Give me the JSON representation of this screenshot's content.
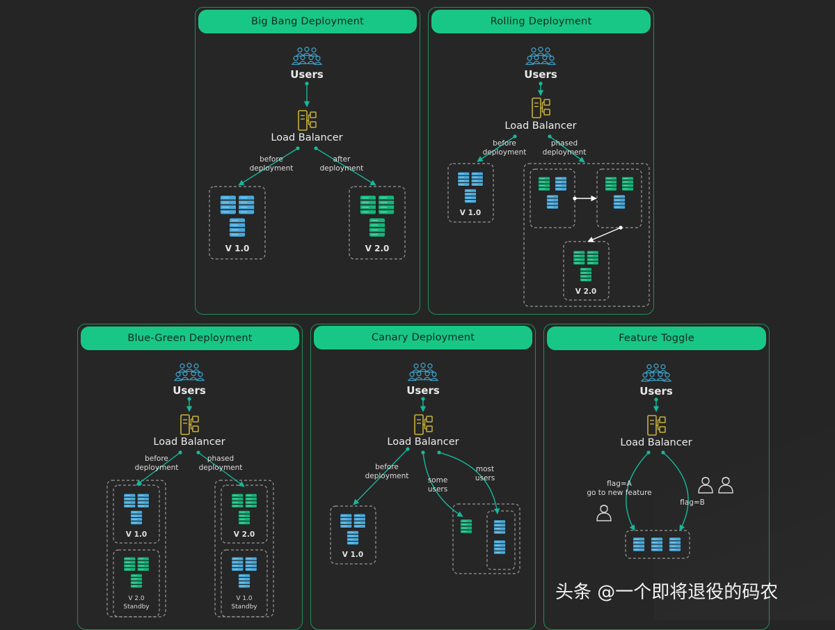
{
  "panels": [
    {
      "id": "big-bang",
      "title": "Big Bang Deployment"
    },
    {
      "id": "rolling",
      "title": "Rolling Deployment"
    },
    {
      "id": "blue-green",
      "title": "Blue-Green Deployment"
    },
    {
      "id": "canary",
      "title": "Canary Deployment"
    },
    {
      "id": "feature-toggle",
      "title": "Feature Toggle"
    }
  ],
  "nodes": {
    "users": "Users",
    "load_balancer": "Load Balancer"
  },
  "edges": {
    "before_deployment": "before\ndeployment",
    "after_deployment": "after\ndeployment",
    "phased_deployment": "phased\ndeployment",
    "some_users": "some\nusers",
    "most_users": "most\nusers",
    "flag_a": "flag=A\ngo to new feature",
    "flag_b": "flag=B"
  },
  "versions": {
    "v1": "V 1.0",
    "v2": "V 2.0",
    "v2_standby": "V 2.0\nStandby",
    "v1_standby": "V 1.0\nStandby"
  },
  "watermark": "头条 @一个即将退役的码农",
  "colors": {
    "accent": "#18c786",
    "panel_border": "#1f8f5e",
    "blue_server": "#4aa8d8",
    "green_server": "#16b37a",
    "load_balancer": "#c9b23a",
    "users_icon": "#3fa0c8",
    "arrow": "#16b89a"
  }
}
